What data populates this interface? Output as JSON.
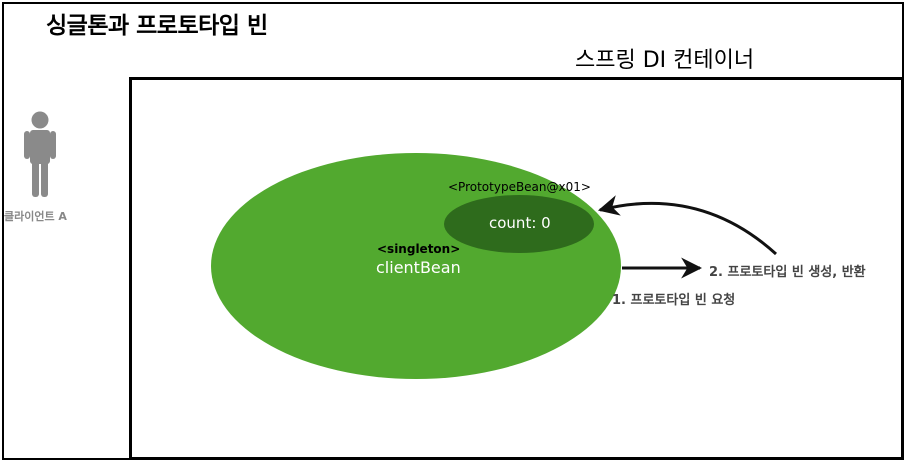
{
  "title": "싱글톤과 프로토타입 빈",
  "container_title": "스프링 DI 컨테이너",
  "client": {
    "label": "클라이언트 A"
  },
  "singleton": {
    "stereotype": "<singleton>",
    "name": "clientBean"
  },
  "prototype": {
    "label": "<PrototypeBean@x01>",
    "count_text": "count: 0"
  },
  "steps": {
    "step1": "1. 프로토타입 빈 요청",
    "step2": "2. 프로토타입 빈 생성, 반환"
  },
  "colors": {
    "singleton_fill": "#52a92f",
    "prototype_fill": "#2e6b1c",
    "person": "#8a8a8a",
    "step_text": "#444444"
  }
}
